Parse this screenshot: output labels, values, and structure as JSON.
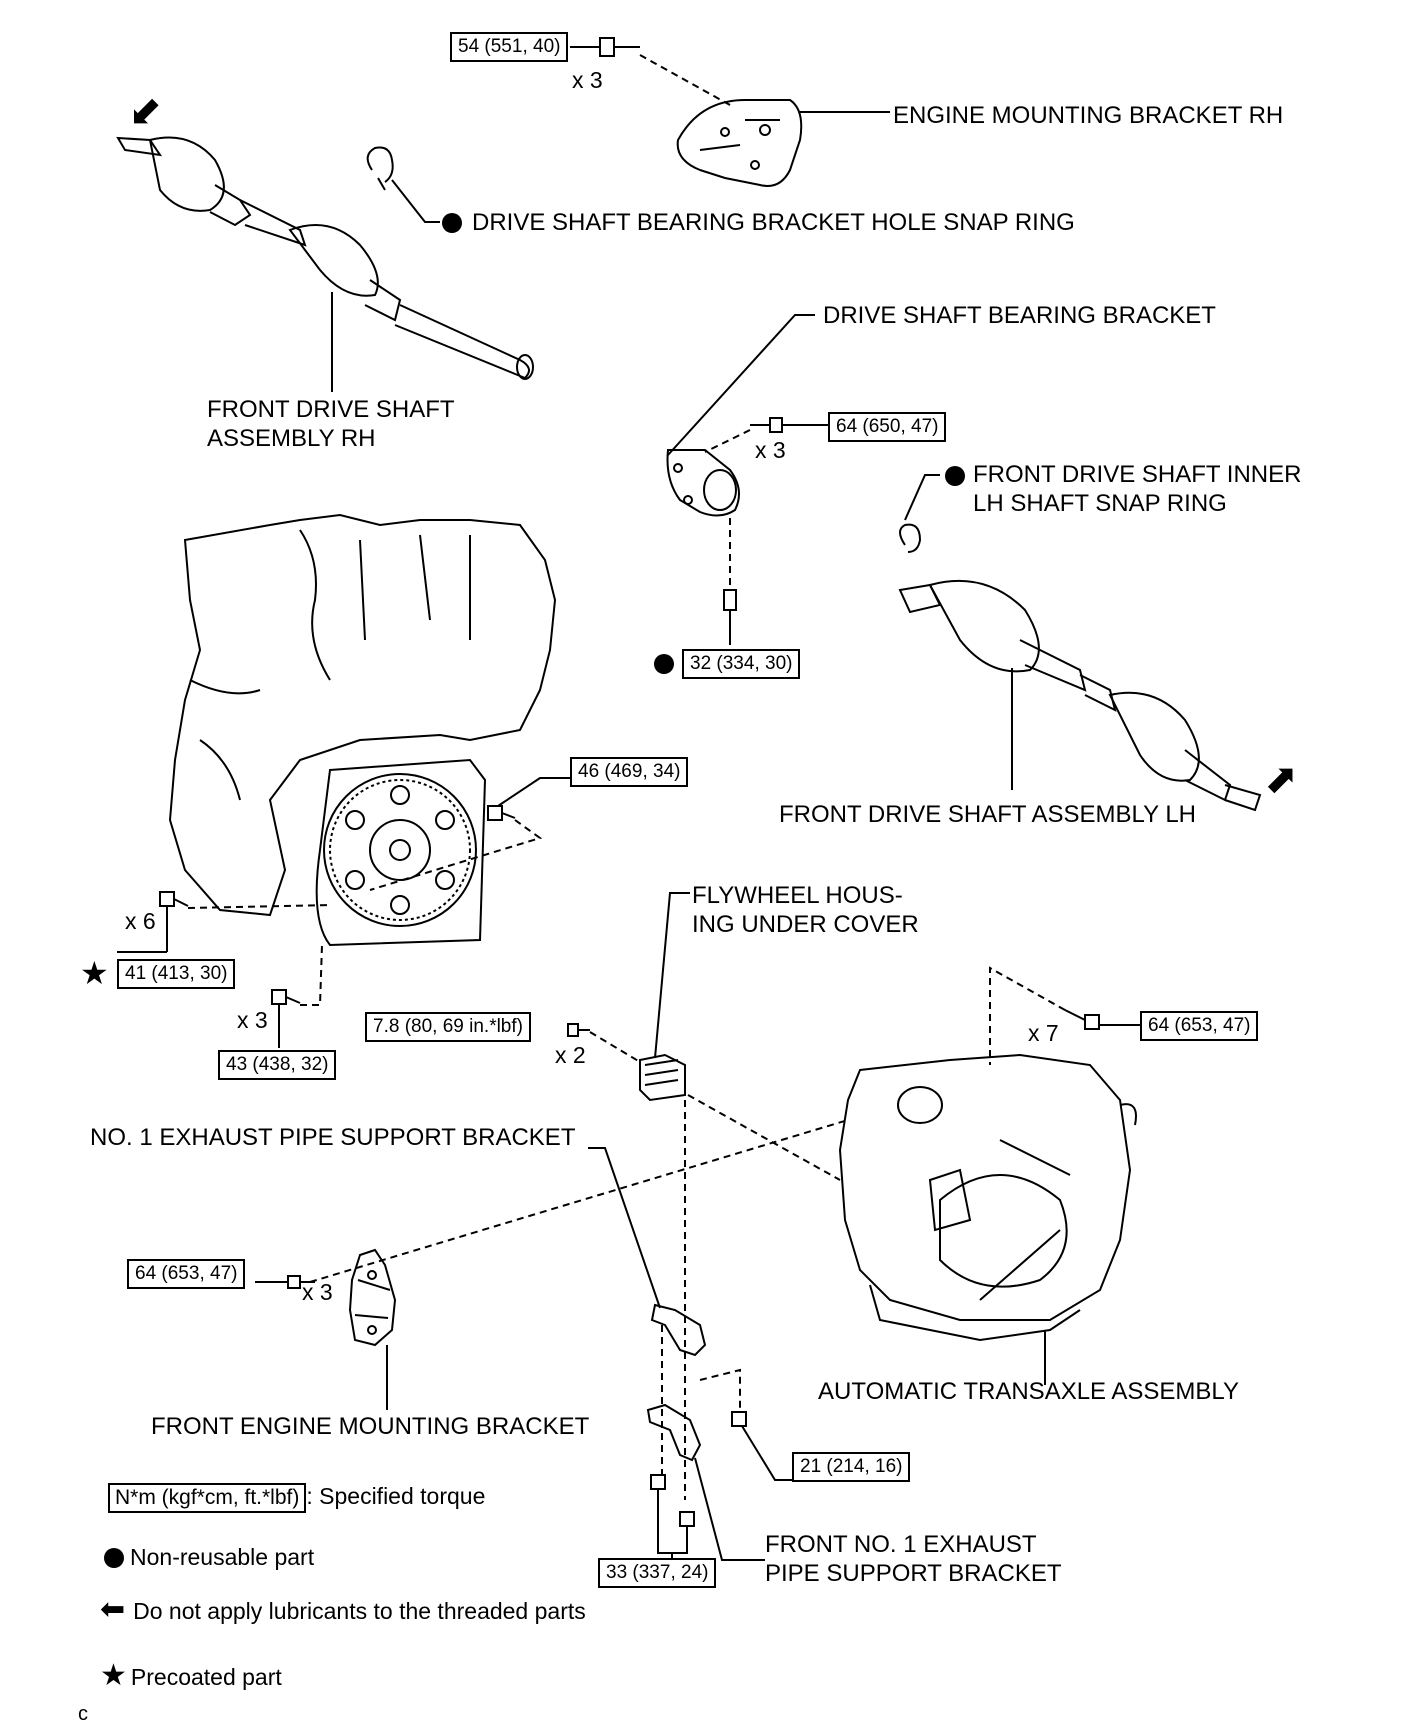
{
  "labels": {
    "engine_mounting_bracket_rh": "ENGINE MOUNTING BRACKET RH",
    "drive_shaft_bearing_bracket_hole_snap_ring": "DRIVE SHAFT BEARING BRACKET HOLE SNAP RING",
    "drive_shaft_bearing_bracket": "DRIVE SHAFT BEARING BRACKET",
    "front_drive_shaft_assembly_rh_line1": "FRONT DRIVE SHAFT",
    "front_drive_shaft_assembly_rh_line2": "ASSEMBLY RH",
    "front_drive_shaft_inner_snap_ring_line1": "FRONT DRIVE SHAFT INNER",
    "front_drive_shaft_inner_snap_ring_line2": "LH SHAFT SNAP RING",
    "front_drive_shaft_assembly_lh": "FRONT DRIVE SHAFT ASSEMBLY LH",
    "flywheel_housing_under_cover_line1": "FLYWHEEL HOUS-",
    "flywheel_housing_under_cover_line2": "ING UNDER COVER",
    "no1_exhaust_pipe_support_bracket": "NO. 1 EXHAUST PIPE SUPPORT BRACKET",
    "automatic_transaxle_assembly": "AUTOMATIC TRANSAXLE ASSEMBLY",
    "front_engine_mounting_bracket": "FRONT ENGINE MOUNTING BRACKET",
    "front_no1_exhaust_pipe_support_bracket_line1": "FRONT NO. 1 EXHAUST",
    "front_no1_exhaust_pipe_support_bracket_line2": "PIPE SUPPORT BRACKET"
  },
  "torques": {
    "t_54_551_40": "54 (551, 40)",
    "t_64_650_47": "64 (650, 47)",
    "t_32_334_30": "32 (334, 30)",
    "t_46_469_34": "46 (469, 34)",
    "t_41_413_30": "41 (413, 30)",
    "t_43_438_32": "43 (438, 32)",
    "t_7_8_80_69": "7.8 (80, 69 in.*lbf)",
    "t_64_653_47_right": "64 (653, 47)",
    "t_64_653_47_left": "64 (653, 47)",
    "t_21_214_16": "21 (214, 16)",
    "t_33_337_24": "33 (337, 24)"
  },
  "quantities": {
    "q_top": "x 3",
    "q_bearing": "x 3",
    "q_x6": "x 6",
    "q_x3_lower": "x 3",
    "q_x2": "x 2",
    "q_x7": "x 7",
    "q_x3_mount": "x 3"
  },
  "legend": {
    "torque_unit": "N*m (kgf*cm, ft.*lbf)",
    "torque_desc": ": Specified torque",
    "non_reusable": "Non-reusable part",
    "no_lubricant": "Do not apply lubricants to the threaded parts",
    "precoated": "Precoated part"
  },
  "corner_mark": "c"
}
